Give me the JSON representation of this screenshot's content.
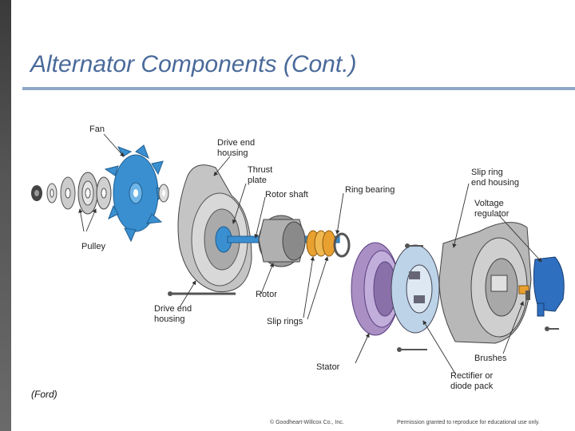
{
  "slide": {
    "title": "Alternator Components (Cont.)",
    "credit": "(Ford)",
    "footer_left": "© Goodheart-Willcox Co., Inc.",
    "footer_right": "Permission granted to reproduce for educational use only."
  },
  "labels": {
    "fan": "Fan",
    "pulley": "Pulley",
    "drive_end_housing_top_1": "Drive end",
    "drive_end_housing_top_2": "housing",
    "thrust_plate_1": "Thrust",
    "thrust_plate_2": "plate",
    "rotor_shaft": "Rotor shaft",
    "ring_bearing": "Ring bearing",
    "slip_ring_end_housing_1": "Slip ring",
    "slip_ring_end_housing_2": "end housing",
    "voltage_regulator_1": "Voltage",
    "voltage_regulator_2": "regulator",
    "drive_end_housing_bottom_1": "Drive end",
    "drive_end_housing_bottom_2": "housing",
    "rotor": "Rotor",
    "slip_rings": "Slip rings",
    "stator": "Stator",
    "brushes": "Brushes",
    "rectifier_1": "Rectifier or",
    "rectifier_2": "diode pack"
  },
  "colors": {
    "title": "#4a6a9a",
    "rule": "#8fa8c8",
    "fan": "#3a8fd0",
    "stator": "#a98fc4",
    "slip_rings": "#e8a030",
    "regulator": "#2f6fc0",
    "metal": "#b8b8b8"
  }
}
